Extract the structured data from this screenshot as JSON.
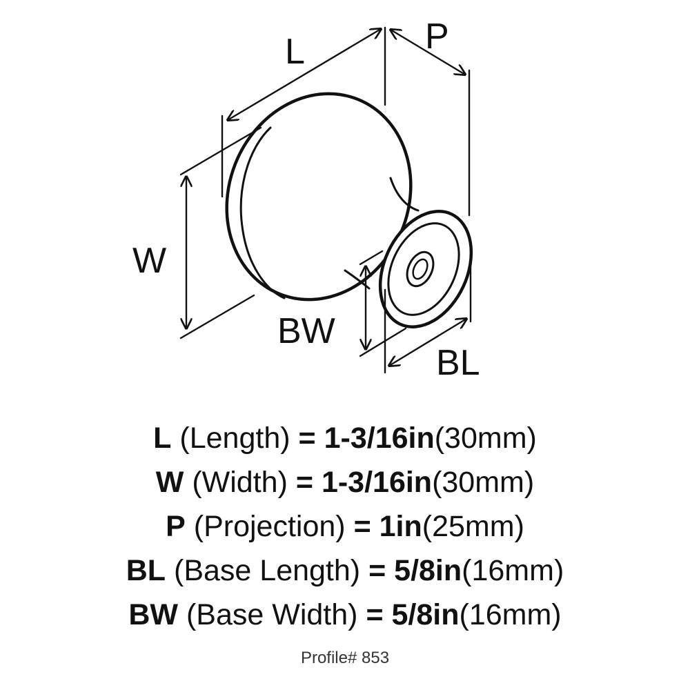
{
  "diagram": {
    "labels": {
      "L": "L",
      "P": "P",
      "W": "W",
      "BW": "BW",
      "BL": "BL"
    }
  },
  "specs": [
    {
      "code": "L",
      "name": "(Length)",
      "eq": "=",
      "imperial": "1-3/16in",
      "metric": "(30mm)"
    },
    {
      "code": "W",
      "name": "(Width)",
      "eq": "=",
      "imperial": "1-3/16in",
      "metric": "(30mm)"
    },
    {
      "code": "P",
      "name": "(Projection)",
      "eq": "=",
      "imperial": "1in",
      "metric": "(25mm)"
    },
    {
      "code": "BL",
      "name": "(Base Length)",
      "eq": "=",
      "imperial": "5/8in",
      "metric": "(16mm)"
    },
    {
      "code": "BW",
      "name": "(Base Width)",
      "eq": "=",
      "imperial": "5/8in",
      "metric": "(16mm)"
    }
  ],
  "profile": "Profile# 853"
}
